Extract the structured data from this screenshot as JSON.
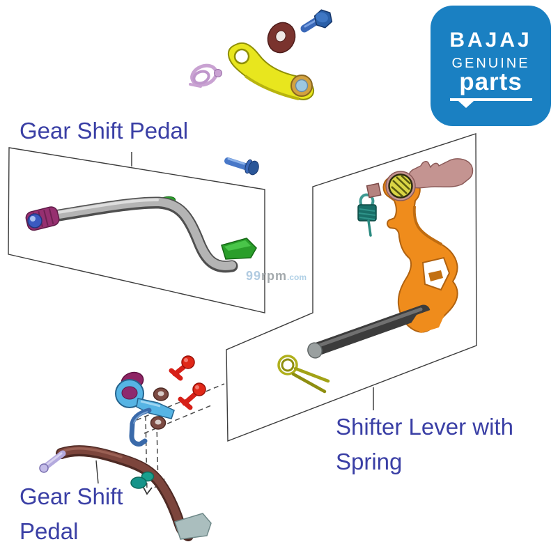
{
  "page_title": "Bajaj Gear Shift Pedal and Shifter Lever parts diagram",
  "logo": {
    "brand": "BAJAJ",
    "subtitle": "GENUINE",
    "product": "parts",
    "bg_color": "#1a80c2",
    "text_color": "#ffffff"
  },
  "labels": {
    "color": "#3a3fa5",
    "top_pedal": "Gear Shift Pedal",
    "shifter_line1": "Shifter Lever with",
    "shifter_line2": "Spring",
    "bottom_pedal_line1": "Gear Shift",
    "bottom_pedal_line2": "Pedal"
  },
  "watermark": {
    "prefix": "99",
    "middle": "rpm",
    "suffix": ".com"
  },
  "parts": [
    {
      "name": "hex-bolt",
      "color": "#2a5fa8"
    },
    {
      "name": "thrust-washer",
      "color": "#7a332e"
    },
    {
      "name": "shift-arm-lever",
      "color": "#e8e61e"
    },
    {
      "name": "torsion-spring",
      "color": "#c9a2d2"
    },
    {
      "name": "pivot-pin",
      "color": "#4878c8"
    },
    {
      "name": "gear-shift-pedal-front",
      "color": "#b4b4b4"
    },
    {
      "name": "toe-peg",
      "color": "#963070"
    },
    {
      "name": "pedal-rubber",
      "color": "#2a9e2a"
    },
    {
      "name": "shifter-lever",
      "color": "#ef8c1c"
    },
    {
      "name": "shift-claw",
      "color": "#c49491"
    },
    {
      "name": "return-spring",
      "color": "#196f68"
    },
    {
      "name": "shift-shaft",
      "color": "#3c3c3c"
    },
    {
      "name": "spring-clip",
      "color": "#b0b01c"
    },
    {
      "name": "linkage-lever",
      "color": "#56b4e4"
    },
    {
      "name": "lock-washers",
      "color": "#7c4a42"
    },
    {
      "name": "ball-joint-pins",
      "color": "#e02818"
    },
    {
      "name": "gear-shift-pedal-rear",
      "color": "#7c453c"
    },
    {
      "name": "pedal-pad",
      "color": "#aabebe"
    }
  ]
}
